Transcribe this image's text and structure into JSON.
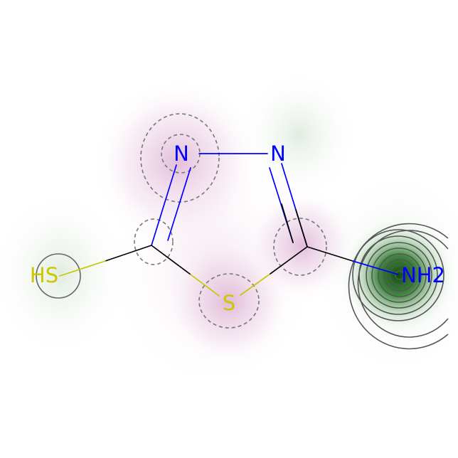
{
  "molecule": {
    "atoms": [
      {
        "id": "N3",
        "label": "N",
        "color": "#0000ff"
      },
      {
        "id": "N4",
        "label": "N",
        "color": "#0000ff"
      },
      {
        "id": "S1",
        "label": "S",
        "color": "#c8c800"
      },
      {
        "id": "SH",
        "label": "HS",
        "color": "#c8c800"
      },
      {
        "id": "NH2",
        "label": "NH2",
        "color": "#0000ff"
      }
    ],
    "bond_colors": {
      "carbon": "#000000",
      "nitrogen": "#0000ff",
      "sulfur": "#c8c800"
    }
  },
  "map_colors": {
    "positive": "#1e6e1e",
    "negative": "#b45a9c",
    "contour": "#555555"
  }
}
